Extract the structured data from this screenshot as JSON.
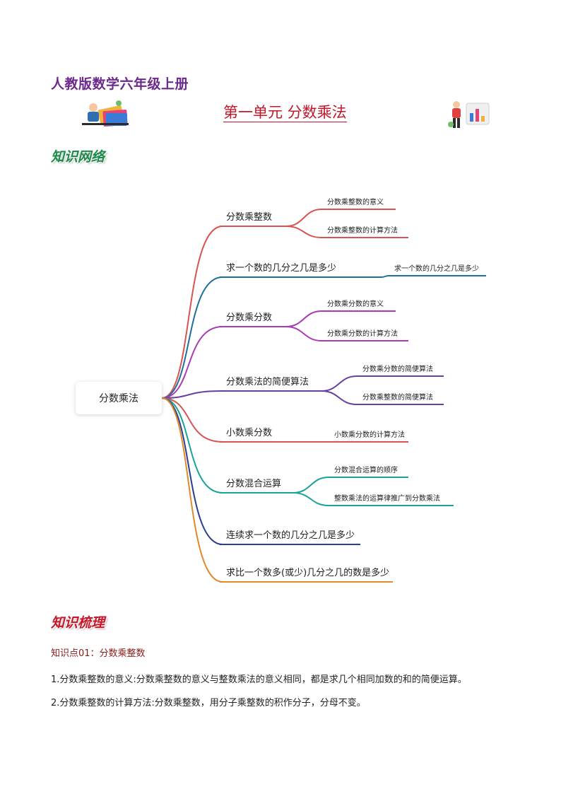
{
  "header": {
    "book_title": "人教版数学六年级上册",
    "unit_title": "第一单元 分数乘法"
  },
  "sections": {
    "network_title": "知识网络",
    "review_title": "知识梳理"
  },
  "mindmap": {
    "root": "分数乘法",
    "branches": [
      {
        "label": "分数乘整数",
        "color": "#d9534f",
        "children": [
          "分数乘整数的意义",
          "分数乘整数的计算方法"
        ]
      },
      {
        "label": "求一个数的几分之几是多少",
        "color": "#1f6f9c",
        "children": [
          "求一个数的几分之几是多少"
        ]
      },
      {
        "label": "分数乘分数",
        "color": "#a93bb5",
        "children": [
          "分数乘分数的意义",
          "分数乘分数的计算方法"
        ]
      },
      {
        "label": "分数乘法的简便算法",
        "color": "#6a3ea1",
        "children": [
          "分数乘分数的简便算法",
          "分数乘整数的简便算法"
        ]
      },
      {
        "label": "小数乘分数",
        "color": "#d9534f",
        "children": [
          "小数乘分数的计算方法"
        ]
      },
      {
        "label": "分数混合运算",
        "color": "#1aa39a",
        "children": [
          "分数混合运算的顺序",
          "整数乘法的运算律推广到分数乘法"
        ]
      },
      {
        "label": "连续求一个数的几分之几是多少",
        "color": "#2b3e8f",
        "children": []
      },
      {
        "label": "求比一个数多(或少)几分之几的数是多少",
        "color": "#e08a2e",
        "children": []
      }
    ]
  },
  "knowledge": {
    "point_title": "知识点01：分数乘整数",
    "items": [
      "1.分数乘整数的意义:分数乘整数的意义与整数乘法的意义相同，都是求几个相同加数的和的简便运算。",
      "2.分数乘整数的计算方法:分数乘整数，用分子乘整数的积作分子，分母不变。"
    ]
  }
}
